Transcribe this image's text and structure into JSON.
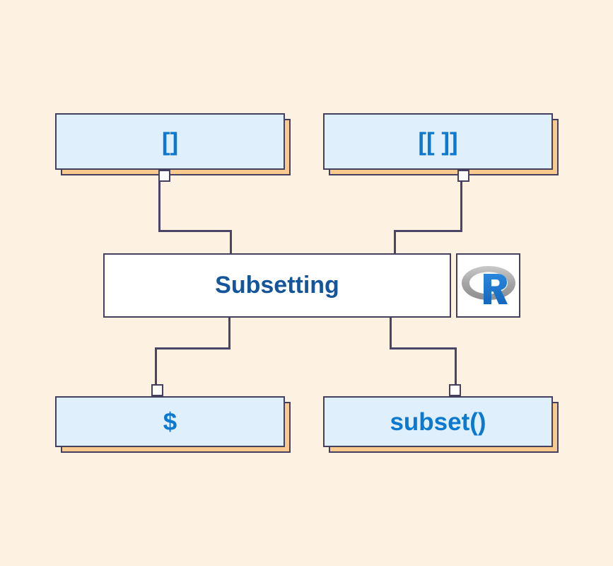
{
  "diagram": {
    "title": "Subsetting",
    "background_color": "#FDF2E2",
    "center": {
      "label": "Subsetting",
      "text_color": "#14559C",
      "fill": "#FFFFFF",
      "border_color": "#45405F"
    },
    "logo": {
      "name": "r-logo-icon",
      "letter": "R",
      "ring_color": "#9C9C9C",
      "letter_color": "#1C74D0"
    },
    "nodes": [
      {
        "id": "brackets-single",
        "label": "[]",
        "position": "top-left",
        "fill": "#DFEFFC",
        "shadow": "#F9C98D",
        "text_color": "#0B79D0"
      },
      {
        "id": "brackets-double",
        "label": "[[ ]]",
        "position": "top-right",
        "fill": "#DFEFFC",
        "shadow": "#F9C98D",
        "text_color": "#0B79D0"
      },
      {
        "id": "dollar",
        "label": "$",
        "position": "bottom-left",
        "fill": "#DFEFFC",
        "shadow": "#F9C98D",
        "text_color": "#0B79D0"
      },
      {
        "id": "subset-function",
        "label": "subset()",
        "position": "bottom-right",
        "fill": "#DFEFFC",
        "shadow": "#F9C98D",
        "text_color": "#0B79D0"
      }
    ],
    "connector_color": "#4A4566"
  }
}
